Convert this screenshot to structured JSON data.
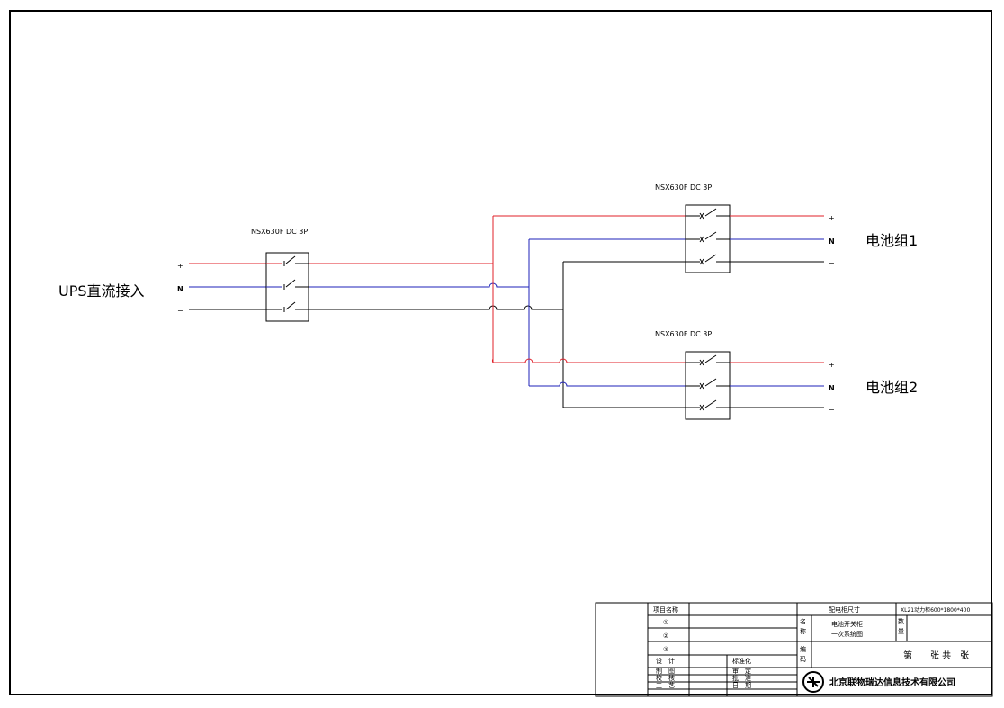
{
  "breaker_label": "NSX630F DC 3P",
  "input": {
    "label": "UPS直流接入",
    "terminals": [
      "+",
      "N",
      "−"
    ]
  },
  "outputs": [
    {
      "label": "电池组1",
      "terminals": [
        "+",
        "N",
        "−"
      ]
    },
    {
      "label": "电池组2",
      "terminals": [
        "+",
        "N",
        "−"
      ]
    }
  ],
  "colors": {
    "positive": "#e0202a",
    "neutral": "#1e22b8",
    "negative": "#000000"
  },
  "title_block": {
    "project_name_label": "项目名称",
    "cabinet_size_label": "配电柜尺寸",
    "cabinet_size_value": "XL21动力柜600*1800*400",
    "rev1": "①",
    "rev2": "②",
    "rev3": "③",
    "name_label": "名称",
    "drawing_name": [
      "电池开关柜",
      "一次系统图"
    ],
    "quantity_label": "数量",
    "code_label": "编码",
    "sheet_text": "第　　张 共　张",
    "roles_left": [
      "设　计",
      "制　图",
      "校　核",
      "工　艺"
    ],
    "roles_right": [
      "标准化",
      "审　定",
      "批　准",
      "日　期"
    ],
    "company": "北京联物瑞达信息技术有限公司"
  }
}
